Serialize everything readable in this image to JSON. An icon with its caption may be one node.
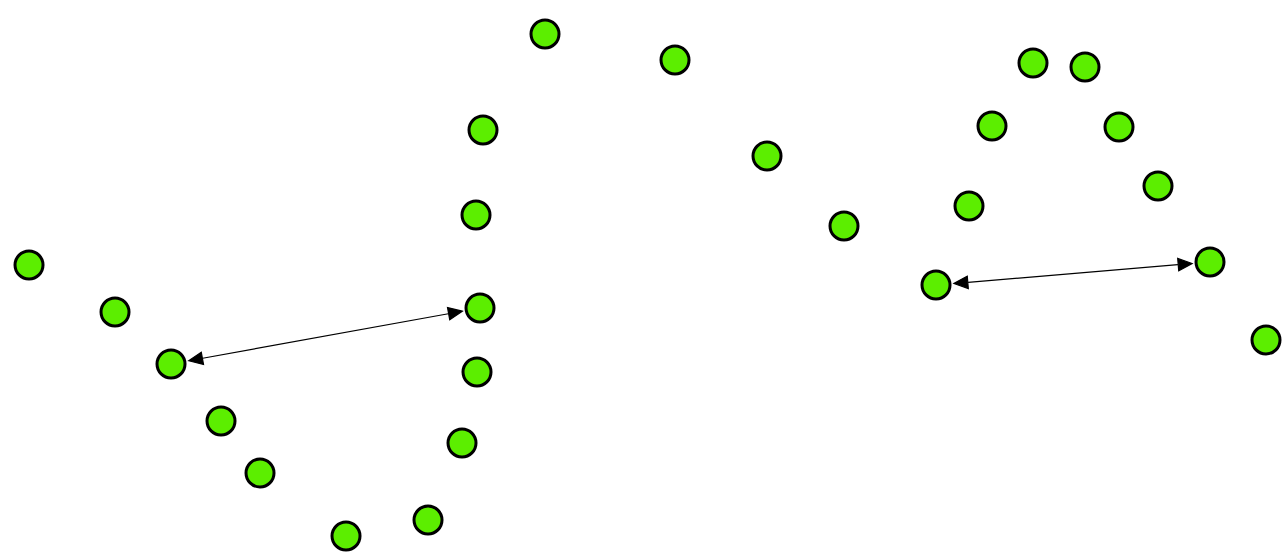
{
  "diagram": {
    "nodes": [
      {
        "text": [],
        "shape": "circle"
      },
      {
        "text": [],
        "shape": "circle"
      },
      {
        "text": [],
        "shape": "circle"
      },
      {
        "text": [],
        "shape": "circle"
      },
      {
        "text": [],
        "shape": "circle"
      },
      {
        "text": [],
        "shape": "circle"
      },
      {
        "text": [],
        "shape": "circle"
      },
      {
        "text": [],
        "shape": "circle"
      },
      {
        "text": [],
        "shape": "circle"
      },
      {
        "text": [],
        "shape": "circle"
      },
      {
        "text": [],
        "shape": "circle"
      },
      {
        "text": [],
        "shape": "circle"
      },
      {
        "text": [],
        "shape": "circle"
      },
      {
        "text": [],
        "shape": "circle"
      },
      {
        "text": [],
        "shape": "circle"
      },
      {
        "text": [],
        "shape": "circle"
      },
      {
        "text": [],
        "shape": "circle"
      },
      {
        "text": [],
        "shape": "circle"
      },
      {
        "text": [],
        "shape": "circle"
      },
      {
        "text": [],
        "shape": "circle"
      },
      {
        "text": [],
        "shape": "circle"
      },
      {
        "text": [],
        "shape": "circle"
      },
      {
        "text": [],
        "shape": "circle"
      },
      {
        "text": [],
        "shape": "circle"
      },
      {
        "text": [],
        "shape": "circle"
      }
    ],
    "edges": [
      {
        "from": 2,
        "to": 10,
        "arrow": "both"
      },
      {
        "from": 16,
        "to": 23,
        "arrow": "both"
      }
    ]
  }
}
